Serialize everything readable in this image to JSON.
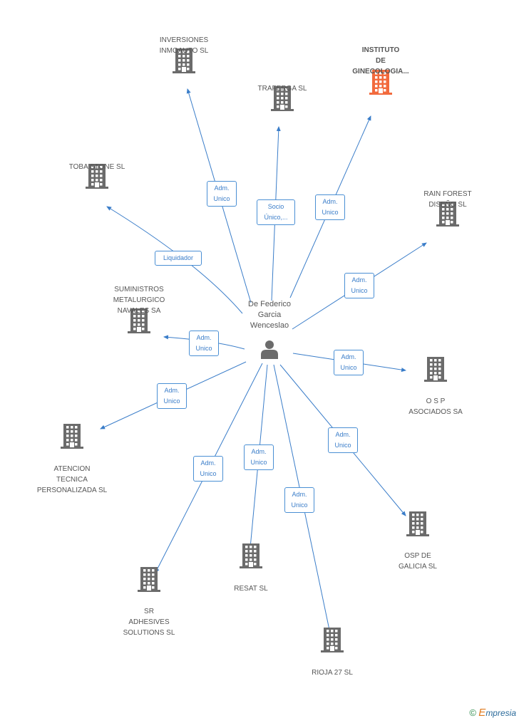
{
  "center": {
    "name": "De Federico\nGarcia\nWenceslao"
  },
  "companies": [
    {
      "id": "inversiones",
      "name": "INVERSIONES\nINMOAUTO SL"
    },
    {
      "id": "instituto",
      "name": "INSTITUTO\nDE\nGINECOLOGIA...",
      "highlight": true
    },
    {
      "id": "traferga",
      "name": "TRAFERGA SL"
    },
    {
      "id": "toba",
      "name": "TOBA STONE SL"
    },
    {
      "id": "rainforest",
      "name": "RAIN FOREST\nDISEÑO SL"
    },
    {
      "id": "suministros",
      "name": "SUMINISTROS\nMETALURGICO\nNAVALES SA"
    },
    {
      "id": "osp_asociados",
      "name": "O S P\nASOCIADOS SA"
    },
    {
      "id": "atencion",
      "name": "ATENCION\nTECNICA\nPERSONALIZADA SL"
    },
    {
      "id": "osp_galicia",
      "name": "OSP DE\nGALICIA  SL"
    },
    {
      "id": "resat",
      "name": "RESAT SL"
    },
    {
      "id": "sr",
      "name": "SR\nADHESIVES\nSOLUTIONS SL"
    },
    {
      "id": "rioja",
      "name": "RIOJA 27 SL"
    }
  ],
  "edges": [
    {
      "to": "inversiones",
      "label": "Adm.\nUnico"
    },
    {
      "to": "traferga",
      "label": "Socio\nÚnico,..."
    },
    {
      "to": "instituto",
      "label": "Adm.\nUnico"
    },
    {
      "to": "toba",
      "label": "Liquidador"
    },
    {
      "to": "rainforest",
      "label": "Adm.\nUnico"
    },
    {
      "to": "suministros",
      "label": "Adm.\nUnico"
    },
    {
      "to": "osp_asociados",
      "label": "Adm.\nUnico"
    },
    {
      "to": "atencion",
      "label": "Adm.\nUnico"
    },
    {
      "to": "osp_galicia",
      "label": "Adm.\nUnico"
    },
    {
      "to": "sr",
      "label": "Adm.\nUnico"
    },
    {
      "to": "resat",
      "label": "Adm.\nUnico"
    },
    {
      "to": "rioja",
      "label": "Adm.\nUnico"
    }
  ],
  "colors": {
    "edge": "#3a7dc9",
    "building": "#6b6b6b",
    "building_highlight": "#f26a3d",
    "person": "#6b6b6b"
  },
  "footer": {
    "copyright": "©",
    "brand_e": "E",
    "brand_rest": "mpresia"
  }
}
